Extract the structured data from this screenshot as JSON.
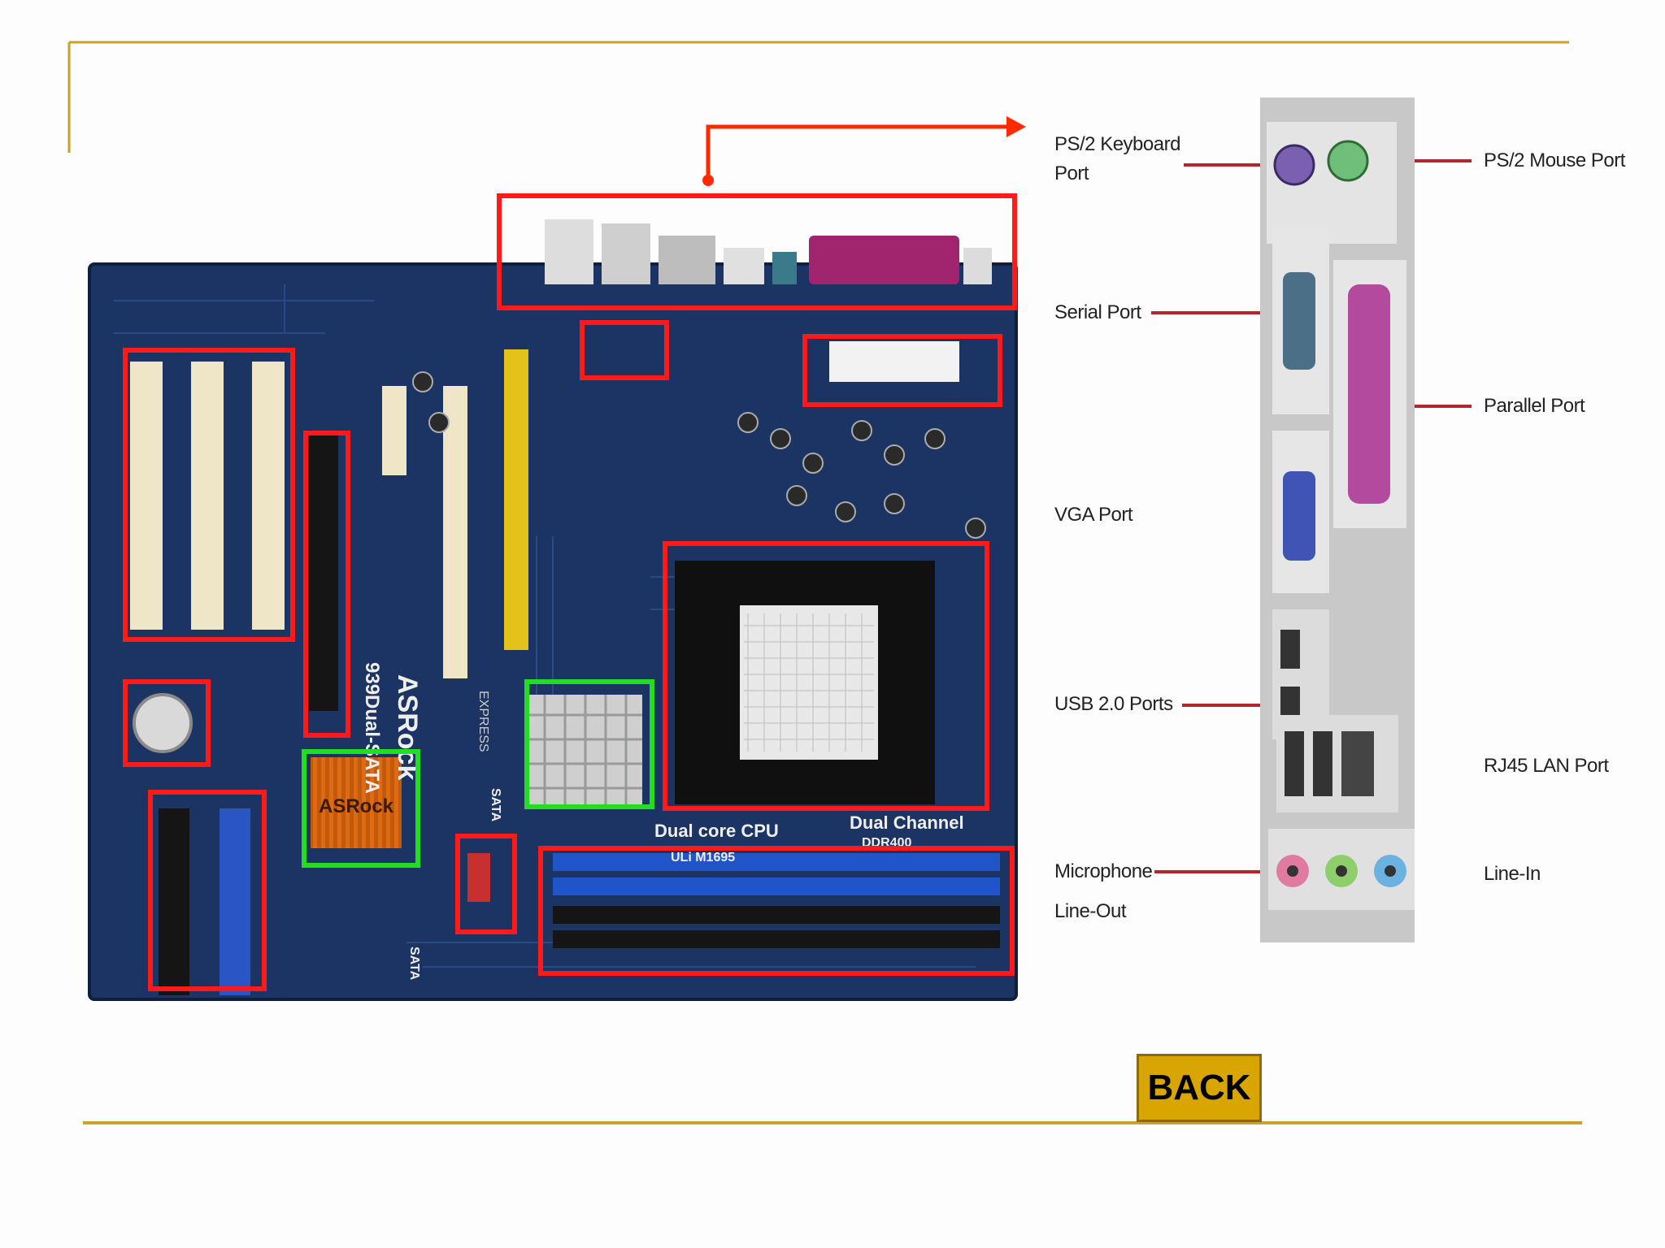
{
  "slide": {
    "rule_color": "#c9a227",
    "highlight_colors": {
      "red": "#ff1a1a",
      "green": "#22dd22"
    }
  },
  "board": {
    "brand_text": "ASRock",
    "model_text": "939Dual-SATA",
    "socket_label": "Dual core CPU",
    "chipset_label": "ULi M1695",
    "memory_label": "Dual Channel",
    "memory_sub_label": "DDR400",
    "pci_express_label": "EXPRESS",
    "sata_label": "SATA",
    "sata2_label": "SATA"
  },
  "io_panel": {
    "labels": {
      "ps2_keyboard": [
        "PS/2 Keyboard",
        "Port"
      ],
      "ps2_mouse": "PS/2 Mouse Port",
      "serial": "Serial Port",
      "parallel": "Parallel Port",
      "vga": "VGA Port",
      "usb": "USB 2.0 Ports",
      "rj45": "RJ45 LAN Port",
      "microphone": "Microphone",
      "line_in": "Line-In",
      "line_out": "Line-Out"
    }
  },
  "back_button": {
    "label": "BACK"
  }
}
